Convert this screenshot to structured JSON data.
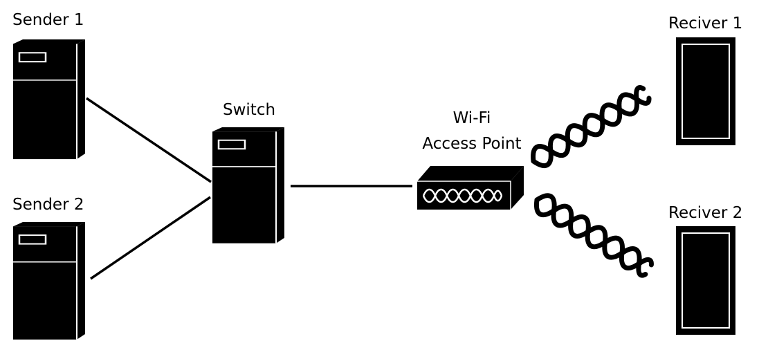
{
  "labels": {
    "sender1": "Sender 1",
    "sender2": "Sender 2",
    "switch": "Switch",
    "ap_line1": "Wi-Fi",
    "ap_line2": "Access Point",
    "receiver1": "Reciver 1",
    "receiver2": "Reciver 2"
  },
  "colors": {
    "device": "#000000",
    "panel": "#ffffff",
    "background": "#ffffff"
  },
  "icons": {
    "sender": "server-tower-icon",
    "switch": "server-tower-icon",
    "access_point": "wifi-access-point-icon",
    "receiver": "receiver-device-icon",
    "wireless_link": "wireless-signal-icon"
  }
}
